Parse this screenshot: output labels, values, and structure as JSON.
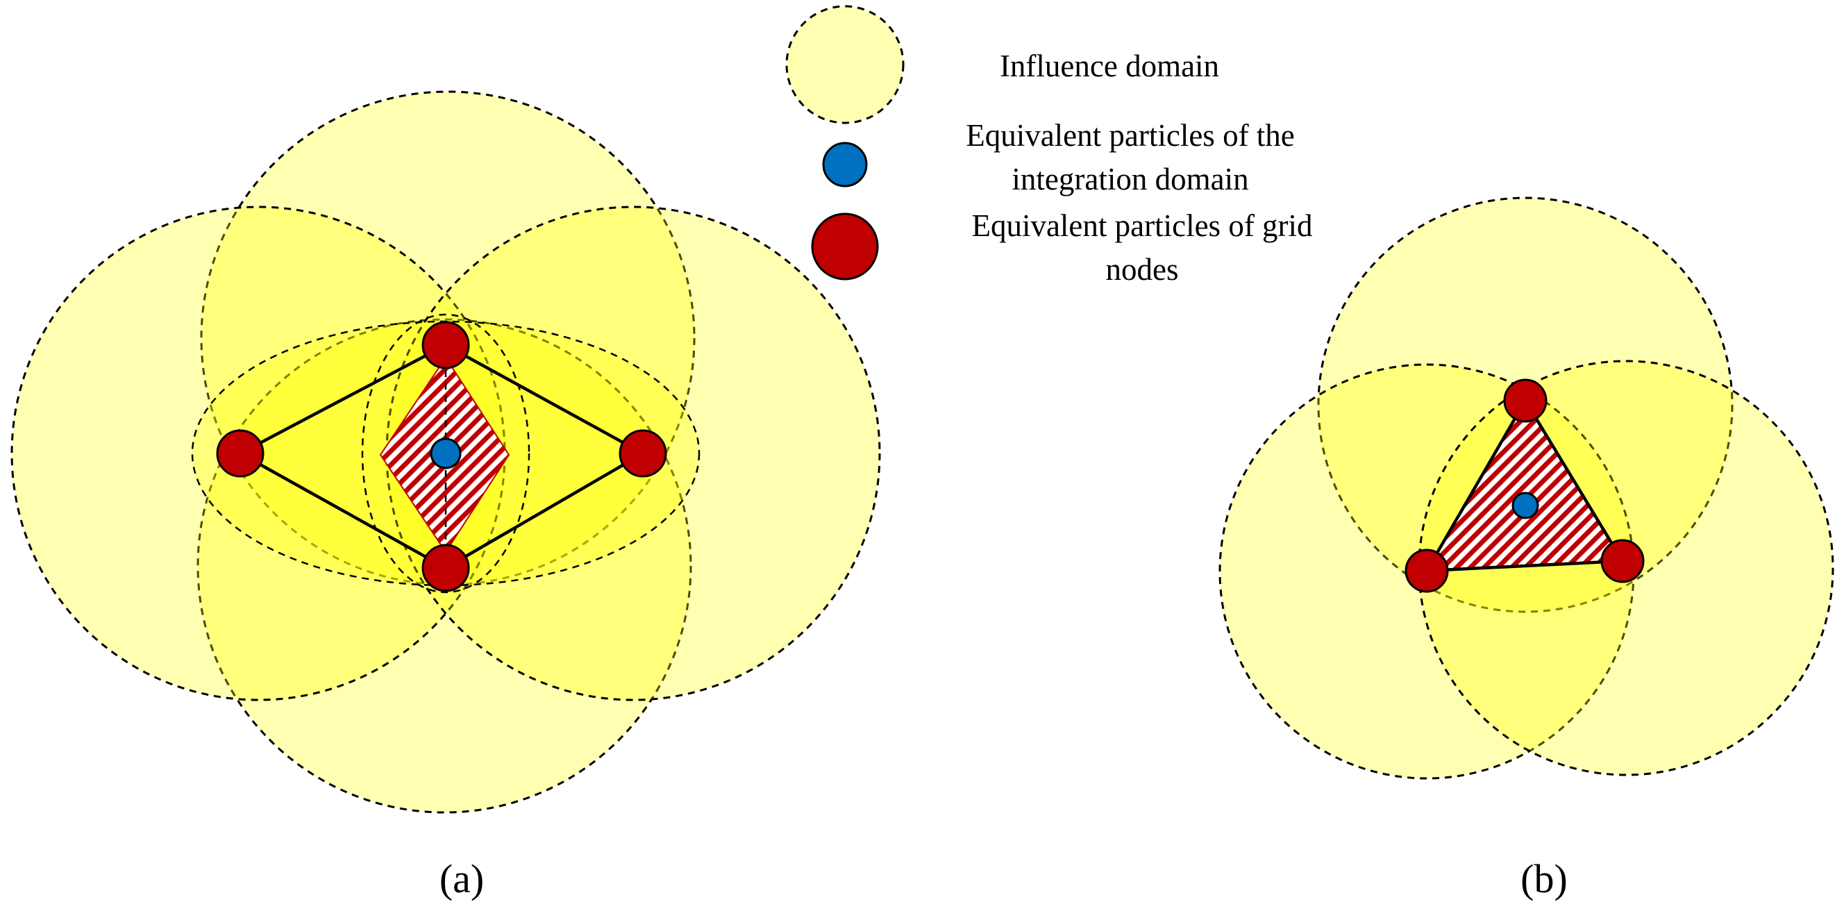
{
  "legend": {
    "influence_domain": "Influence domain",
    "integration_particle_line1": "Equivalent particles of the",
    "integration_particle_line2": "integration domain",
    "grid_particle_line1": "Equivalent particles of grid",
    "grid_particle_line2": "nodes"
  },
  "panels": {
    "a": {
      "caption": "(a)",
      "grid_nodes": 4,
      "integration_particles": 1,
      "influence_domains": 4,
      "integration_shape": "rhombus"
    },
    "b": {
      "caption": "(b)",
      "grid_nodes": 3,
      "integration_particles": 1,
      "influence_domains": 3,
      "integration_shape": "triangle"
    }
  },
  "colors": {
    "influence_fill": "#ffff00",
    "influence_fill_opacity": "0.3",
    "grid_node": "#c00000",
    "integration_particle": "#0070c0",
    "hatch": "#c00000",
    "outline": "#000000"
  }
}
